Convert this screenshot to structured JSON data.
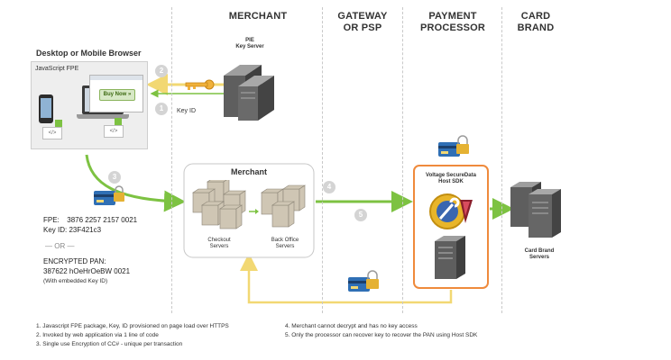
{
  "columns": {
    "merchant": "MERCHANT",
    "gateway_line1": "GATEWAY",
    "gateway_line2": "OR PSP",
    "processor_line1": "PAYMENT",
    "processor_line2": "PROCESSOR",
    "brand_line1": "CARD",
    "brand_line2": "BRAND"
  },
  "browser": {
    "title": "Desktop or Mobile Browser",
    "panel_label": "JavaScript FPE",
    "buy_now": "Buy Now »"
  },
  "key_server": {
    "line1": "PIE",
    "line2": "Key Server"
  },
  "key_id_label": "Key ID",
  "steps": [
    "1",
    "2",
    "3",
    "4",
    "5"
  ],
  "merchant_box": {
    "title": "Merchant",
    "checkout_line1": "Checkout",
    "checkout_line2": "Servers",
    "backoffice_line1": "Back Office",
    "backoffice_line2": "Servers"
  },
  "processor_box": {
    "line1": "Voltage SecureData",
    "line2": "Host SDK"
  },
  "card_brand": {
    "line1": "Card Brand",
    "line2": "Servers"
  },
  "encryption": {
    "fpe_label": "FPE:",
    "fpe_value": "3876 2257 2157 0021",
    "keyid_label": "Key ID:",
    "keyid_value": "23F421c3",
    "or": "— OR —",
    "enc_label": "ENCRYPTED PAN:",
    "enc_value": "387622 hOeHrOeBW 0021",
    "enc_note": "(With embedded Key ID)"
  },
  "notes_left": [
    "1. Javascript FPE package, Key, ID provisioned on page load over HTTPS",
    "2. Invoked by web application via 1 line of code",
    "3. Single use Encryption of CC# - unique per transaction"
  ],
  "notes_right": [
    "4. Merchant cannot decrypt and has no key access",
    "5. Only the processor can recover key to recover the PAN using Host SDK"
  ],
  "colors": {
    "green_arrow": "#7dc242",
    "yellow_line": "#f2d873",
    "orange_border": "#ef8a3c",
    "step_circle": "#d4d4d4",
    "dashed_divider": "#c9c9c9"
  }
}
